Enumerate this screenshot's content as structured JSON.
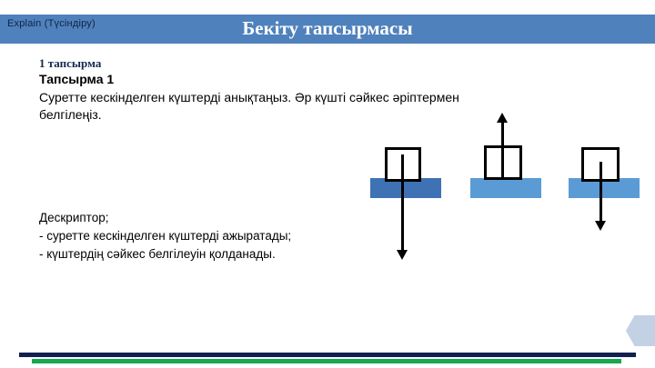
{
  "header": {
    "section_label": "Explain (Түсіндіру)",
    "title": "Бекіту тапсырмасы",
    "band_color": "#4f81bd",
    "title_color": "#ffffff"
  },
  "content": {
    "task_number": "1 тапсырма",
    "task_heading": "Тапсырма 1",
    "task_body": "Суретте кескінделген күштерді анықтаңыз. Әр күшті сәйкес әріптермен белгілеңіз.",
    "descriptor_title": "Дескриптор;",
    "descriptor_items": [
      "- суретте кескінделген күштерді ажыратады;",
      "- күштердің сәйкес белгілеуін қолданады."
    ]
  },
  "diagram": {
    "type": "force-diagram",
    "figures": [
      {
        "name": "figure-1",
        "bar_color": "#3f72b4",
        "block_fill": "#ffffff",
        "block_stroke": "#000000",
        "arrow_direction": "down",
        "arrow_label": ""
      },
      {
        "name": "figure-2",
        "bar_color": "#5b9bd5",
        "block_fill": "#ffffff",
        "block_stroke": "#000000",
        "arrow_direction": "up",
        "arrow_label": ""
      },
      {
        "name": "figure-3",
        "bar_color": "#5b9bd5",
        "block_fill": "#ffffff",
        "block_stroke": "#000000",
        "arrow_direction": "down",
        "arrow_label": ""
      }
    ]
  },
  "decorations": {
    "navy_bar_color": "#11204f",
    "green_bar_color": "#17a84e",
    "chevron_color": "#c3d1e4"
  }
}
